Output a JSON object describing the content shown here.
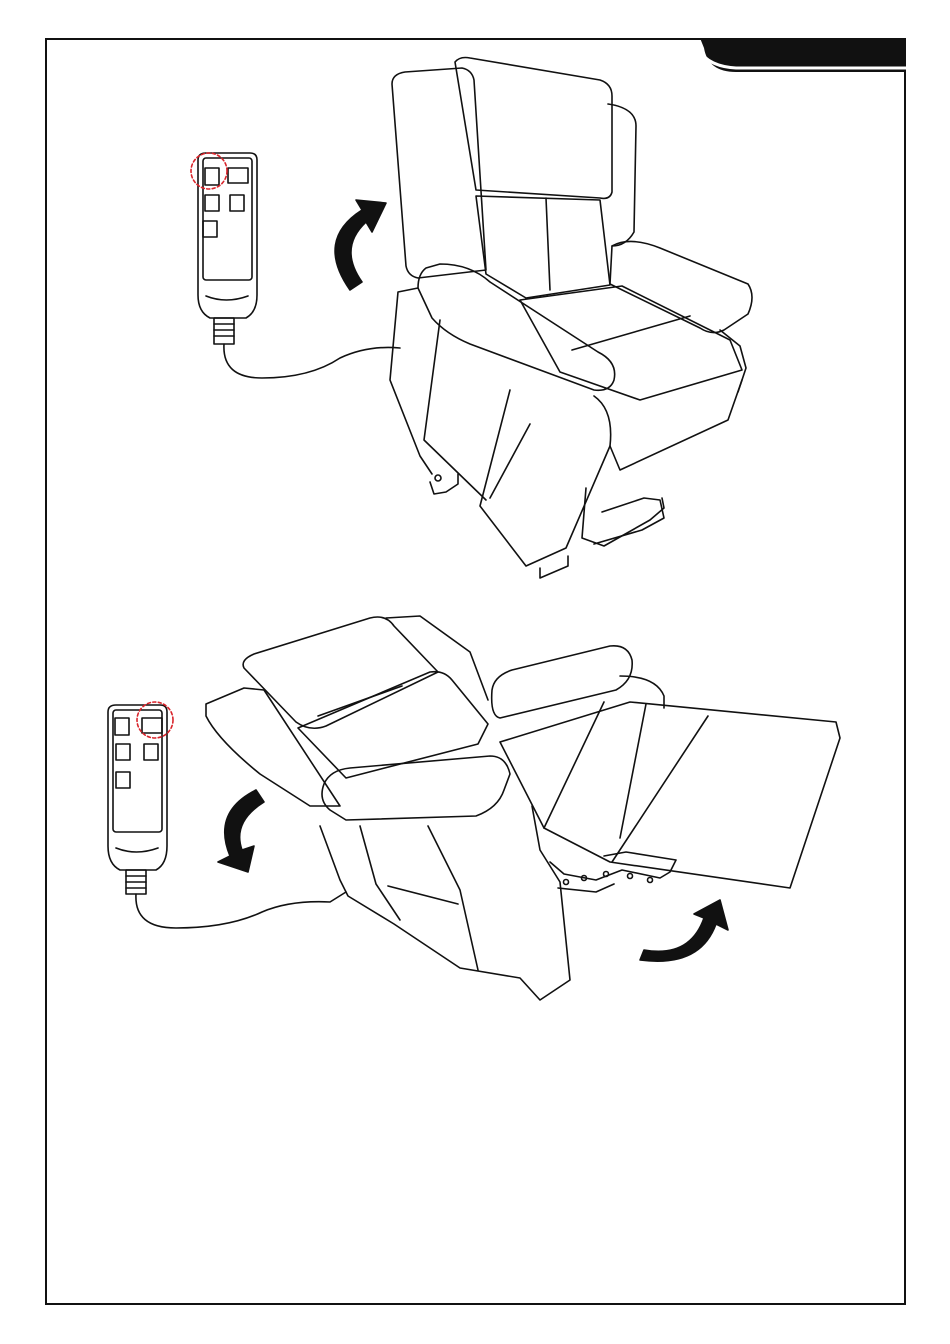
{
  "colors": {
    "line": "#111111",
    "highlight_circle": "#d9242b",
    "tab_fill": "#111111"
  },
  "figures": [
    {
      "name": "lift-position",
      "remote": {
        "highlighted_button": "lift-up"
      },
      "arrows": [
        "curved-arrow-up"
      ]
    },
    {
      "name": "recline-position",
      "remote": {
        "highlighted_button": "recline"
      },
      "arrows": [
        "curved-arrow-down",
        "curved-arrow-up-right"
      ]
    }
  ]
}
